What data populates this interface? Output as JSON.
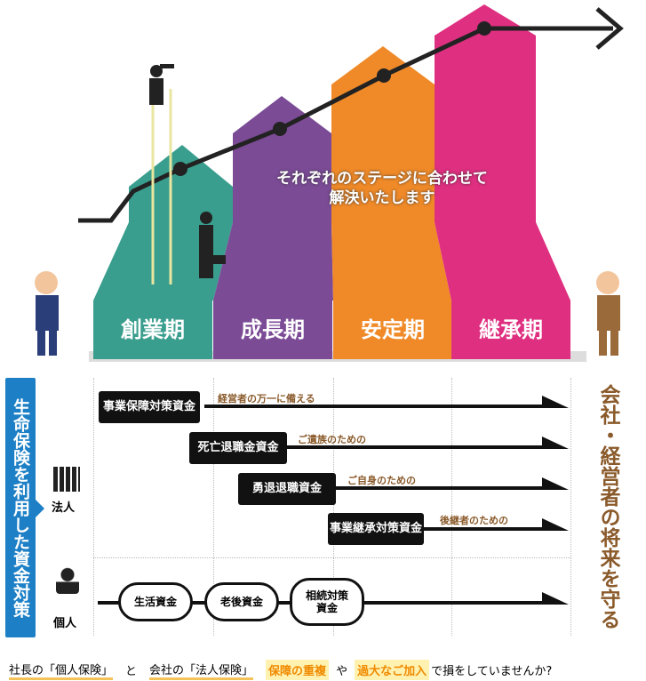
{
  "stages": [
    "創業期",
    "成長期",
    "安定期",
    "継承期"
  ],
  "headline": [
    "それぞれのステージに合わせて",
    "解決いたします"
  ],
  "left_banner": "生命保険を利用した資金対策",
  "right_banner": "会社・経営者の将来を守る",
  "corporate": {
    "label": "法人",
    "items": [
      {
        "name": "事業保障対策資金",
        "caption": "経営者の万一に備える"
      },
      {
        "name": "死亡退職金資金",
        "caption": "ご遺族のための"
      },
      {
        "name": "勇退退職資金",
        "caption": "ご自身のための"
      },
      {
        "name": "事業継承対策資金",
        "caption": "後継者のための"
      }
    ]
  },
  "personal": {
    "label": "個人",
    "items": [
      "生活資金",
      "老後資金",
      "相続対策\n資金"
    ]
  },
  "footer": {
    "p1": "社長の「個人保険」",
    "p2": "と",
    "p3": "会社の「法人保険」",
    "p4": "保障の重複",
    "p5": "や",
    "p6": "過大なご加入",
    "p7": "で損をしていませんか?"
  },
  "colors": {
    "teal": "#3a9e8e",
    "purple": "#7b4b96",
    "orange": "#f08a28",
    "magenta": "#df2f80",
    "blue": "#1d80c6",
    "brown": "#8a5a2a"
  }
}
